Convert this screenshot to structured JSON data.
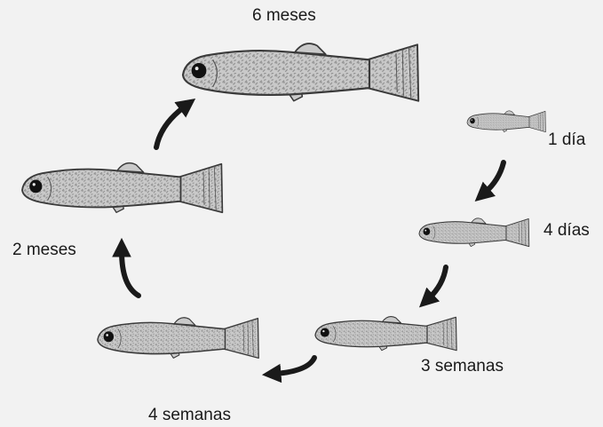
{
  "diagram": {
    "title": "",
    "stages": [
      {
        "label": "1 día"
      },
      {
        "label": "4 días"
      },
      {
        "label": "3 semanas"
      },
      {
        "label": "4 semanas"
      },
      {
        "label": "2 meses"
      },
      {
        "label": "6 meses"
      }
    ],
    "colors": {
      "background": "#f2f2f2",
      "fish_body": "#c9c9c9",
      "fish_outline": "#3a3a3a",
      "fish_markings": "#8a8a8a",
      "eye": "#111111",
      "arrow": "#1a1a1a",
      "text": "#1a1a1a"
    }
  }
}
